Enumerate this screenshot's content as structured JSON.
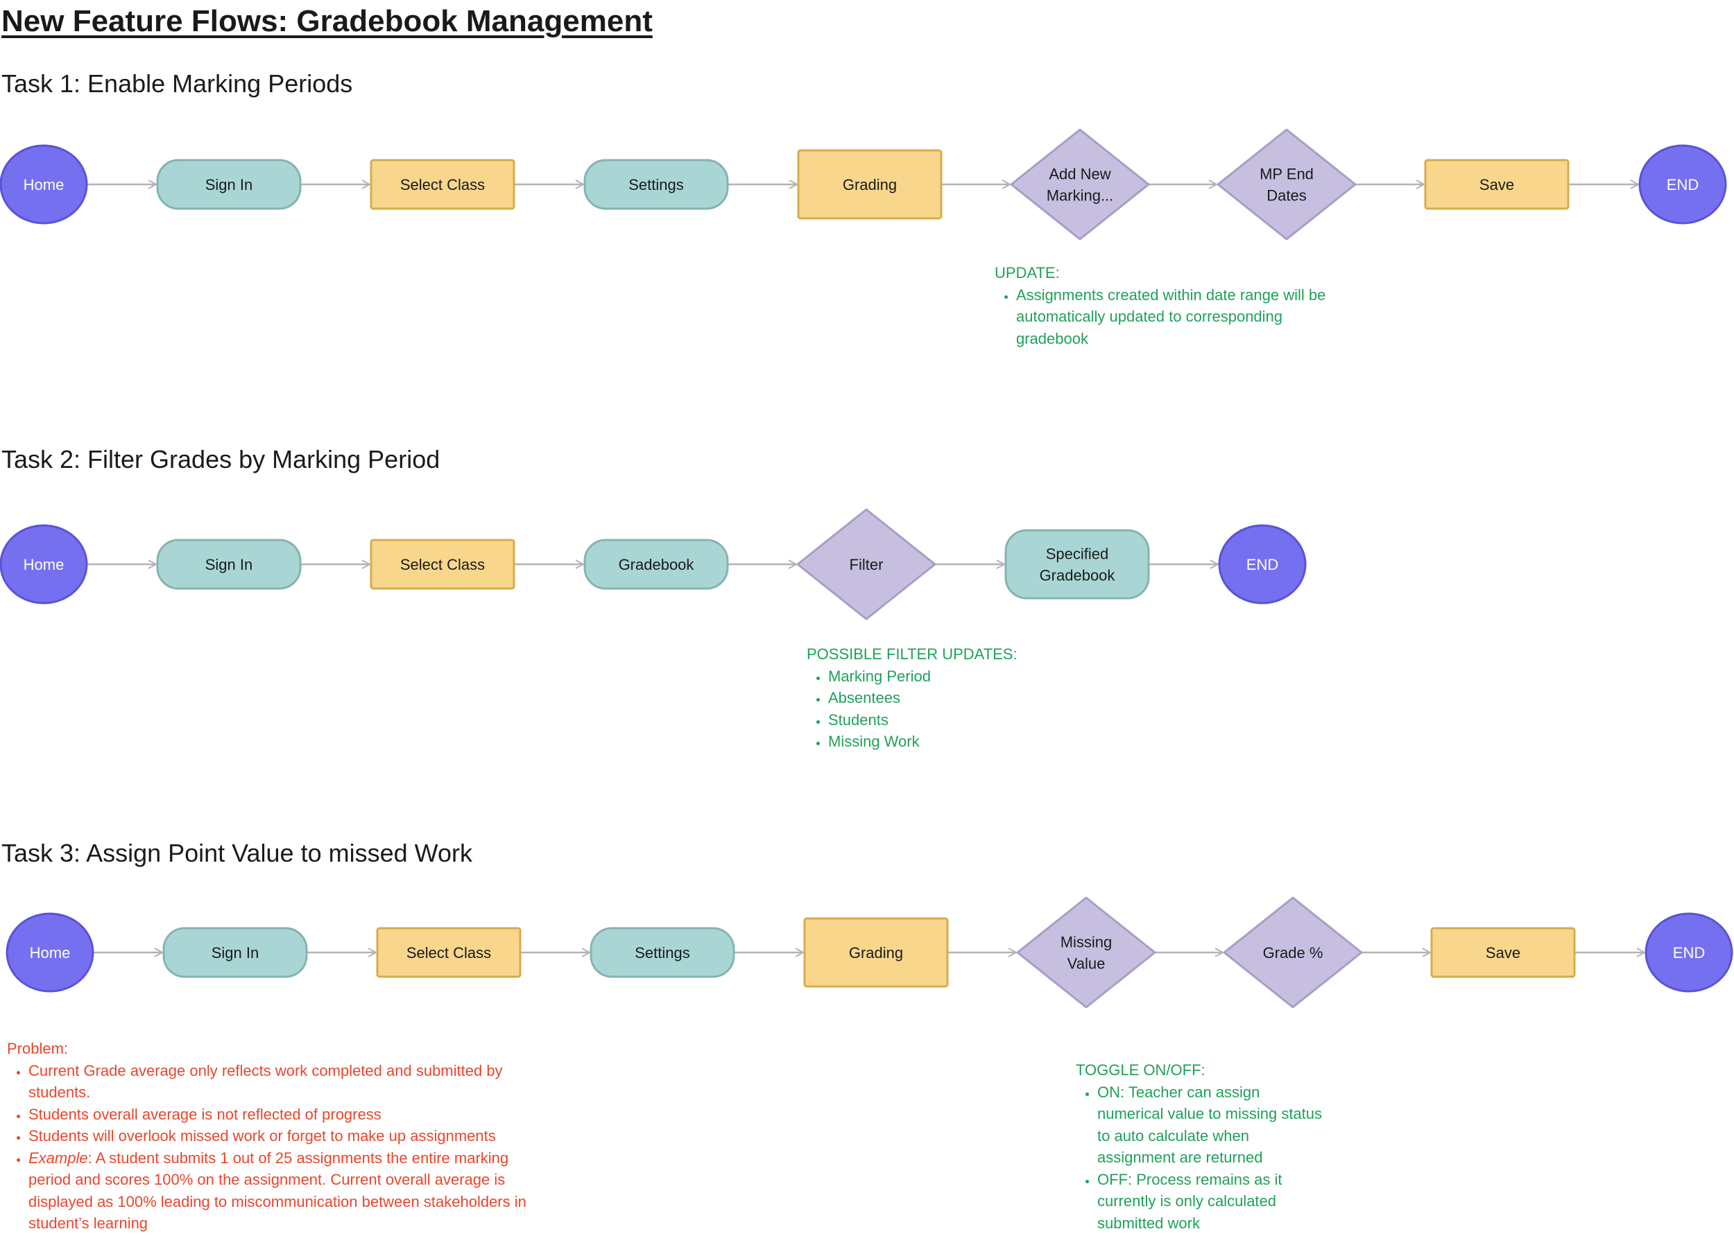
{
  "title": "New Feature Flows: Gradebook Management",
  "colors": {
    "terminal_fill": "#7570f0",
    "terminal_stroke": "#5a53d6",
    "rounded_fill": "#a9d6d4",
    "rounded_stroke": "#85b3b1",
    "rect_fill": "#f8d68c",
    "rect_stroke": "#d6ac4e",
    "diamond_fill": "#c7bfe0",
    "diamond_stroke": "#a89dc6",
    "arrow": "#b3b3b3",
    "note_green": "#1fa05a",
    "note_red": "#e8462c"
  },
  "tasks": [
    {
      "title": "Task 1: Enable Marking Periods",
      "nodes": [
        {
          "label": "Home",
          "shape": "terminal"
        },
        {
          "label": "Sign In",
          "shape": "rounded"
        },
        {
          "label": "Select Class",
          "shape": "rect"
        },
        {
          "label": "Settings",
          "shape": "rounded"
        },
        {
          "label": "Grading",
          "shape": "rect-large"
        },
        {
          "label": [
            "Add New",
            "Marking..."
          ],
          "shape": "diamond"
        },
        {
          "label": [
            "MP End",
            "Dates"
          ],
          "shape": "diamond"
        },
        {
          "label": "Save",
          "shape": "rect"
        },
        {
          "label": "END",
          "shape": "terminal"
        }
      ]
    },
    {
      "title": "Task 2: Filter Grades by Marking Period",
      "nodes": [
        {
          "label": "Home",
          "shape": "terminal"
        },
        {
          "label": "Sign In",
          "shape": "rounded"
        },
        {
          "label": "Select Class",
          "shape": "rect"
        },
        {
          "label": "Gradebook",
          "shape": "rounded"
        },
        {
          "label": "Filter",
          "shape": "diamond"
        },
        {
          "label": [
            "Specified",
            "Gradebook"
          ],
          "shape": "rounded-large"
        },
        {
          "label": "END",
          "shape": "terminal"
        }
      ]
    },
    {
      "title": "Task 3: Assign Point Value to missed Work",
      "nodes": [
        {
          "label": "Home",
          "shape": "terminal"
        },
        {
          "label": "Sign In",
          "shape": "rounded"
        },
        {
          "label": "Select Class",
          "shape": "rect"
        },
        {
          "label": "Settings",
          "shape": "rounded"
        },
        {
          "label": "Grading",
          "shape": "rect-large"
        },
        {
          "label": [
            "Missing",
            "Value"
          ],
          "shape": "diamond"
        },
        {
          "label": "Grade %",
          "shape": "diamond"
        },
        {
          "label": "Save",
          "shape": "rect"
        },
        {
          "label": "END",
          "shape": "terminal"
        }
      ]
    }
  ],
  "notes": {
    "update": {
      "heading": "UPDATE:",
      "items": [
        "Assignments created within date range will be automatically updated to corresponding gradebook"
      ]
    },
    "filter": {
      "heading": "POSSIBLE FILTER UPDATES:",
      "items": [
        "Marking Period",
        "Absentees",
        "Students",
        "Missing Work"
      ]
    },
    "problem": {
      "heading": "Problem:",
      "items": [
        "Current Grade average only reflects work completed and submitted by students.",
        "Students overall average is not reflected of progress",
        "Students will overlook missed work or forget to make up assignments"
      ],
      "example_label": "Example",
      "example_text": ": A student submits 1 out of 25 assignments the entire marking period and scores 100% on the assignment.  Current overall average is displayed as 100% leading to miscommunication between stakeholders in student’s learning"
    },
    "toggle": {
      "heading": "TOGGLE ON/OFF:",
      "items": [
        "ON: Teacher can assign numerical value to missing status to auto calculate when assignment are returned",
        "OFF: Process remains as it currently is only calculated submitted work"
      ]
    }
  }
}
